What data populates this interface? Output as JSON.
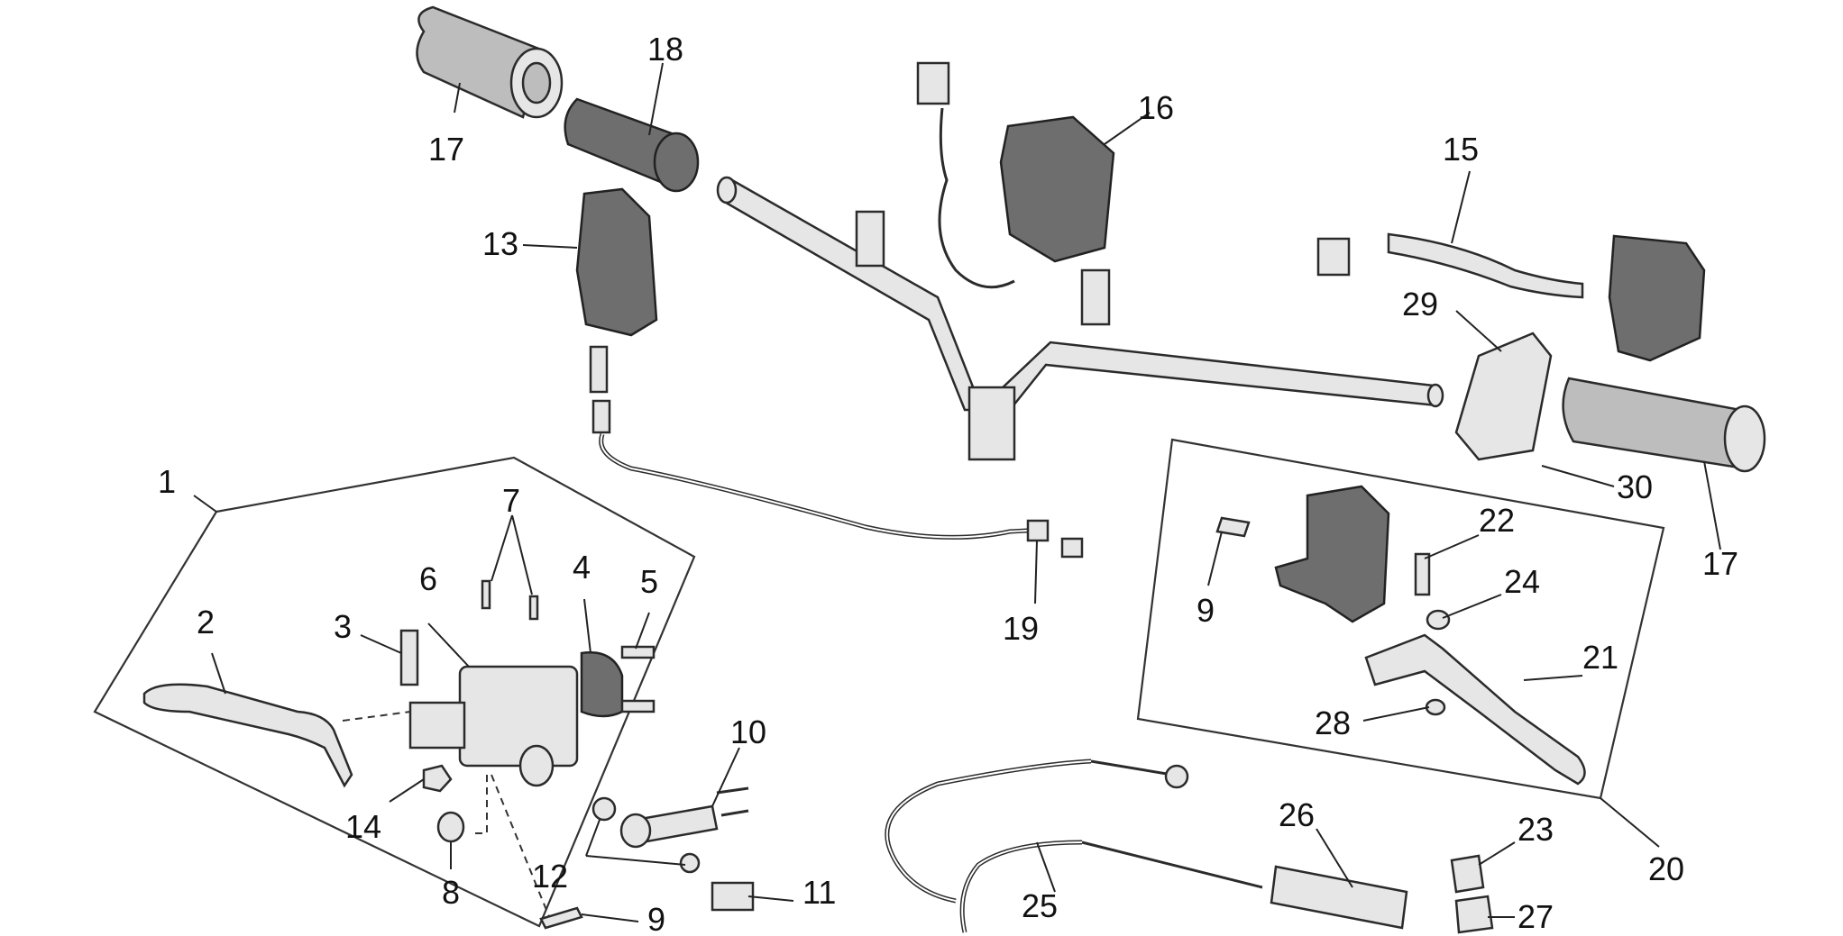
{
  "diagram": {
    "callouts": [
      "1",
      "2",
      "3",
      "4",
      "5",
      "6",
      "7",
      "8",
      "9",
      "10",
      "11",
      "12",
      "13",
      "14",
      "15",
      "16",
      "17",
      "18",
      "19",
      "20",
      "21",
      "22",
      "23",
      "24",
      "25",
      "26",
      "27",
      "28",
      "29",
      "30"
    ],
    "callouts_repeated": {
      "9_right": "9",
      "17_right": "17"
    }
  },
  "colors": {
    "line": "#2b2b2b",
    "dark_part": "#6e6e6e",
    "light_part": "#e6e6e6",
    "background": "#ffffff"
  }
}
